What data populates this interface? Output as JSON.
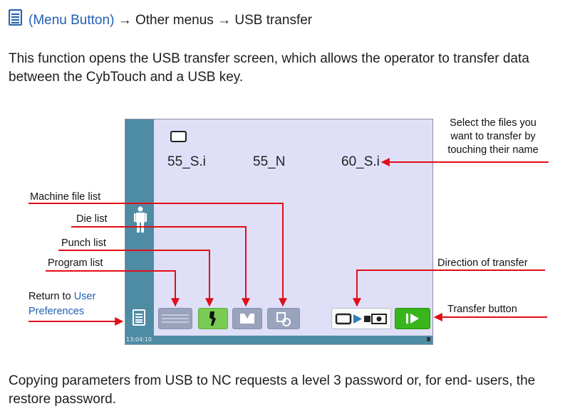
{
  "breadcrumb": {
    "menu_button": "(Menu Button)",
    "arrow1": "→",
    "other_menus": "Other menus",
    "arrow2": "→",
    "usb_transfer": "USB transfer"
  },
  "description": {
    "line1": "This function opens the USB transfer screen, which allows the operator to transfer data",
    "line2": "between the CybTouch and a USB key."
  },
  "screen": {
    "files": [
      "55_S.i",
      "55_N",
      "60_S.i"
    ],
    "time": "13:04:10"
  },
  "callouts": {
    "select_files": [
      "Select the files you",
      "want to transfer by",
      "touching their name"
    ],
    "machine_file_list": "Machine file list",
    "die_list": "Die list",
    "punch_list": "Punch list",
    "program_list": "Program list",
    "return_prefix": "Return to",
    "return_link1": "User",
    "return_link2": "Preferences",
    "direction": "Direction of transfer",
    "transfer_button": "Transfer button"
  },
  "footer": {
    "line1": "Copying parameters from USB to NC requests a level 3 password or, for end- users, the",
    "line2": "restore password."
  },
  "colors": {
    "annotation": "#e10d17",
    "link": "#1f5fb4",
    "screen_bg": "#dfe0f8",
    "sidebar": "#4e8ca4",
    "transfer_green": "#39b51c"
  }
}
